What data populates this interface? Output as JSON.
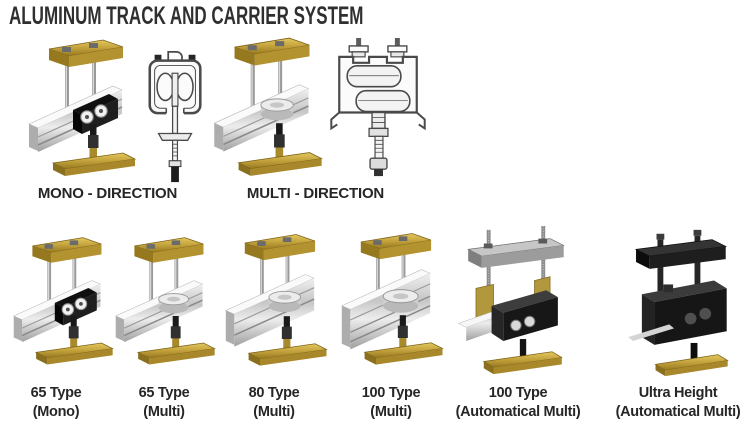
{
  "page": {
    "title": "ALUMINUM TRACK AND CARRIER SYSTEM"
  },
  "groups": [
    {
      "label": "MONO - DIRECTION"
    },
    {
      "label": "MULTI - DIRECTION"
    }
  ],
  "products": [
    {
      "name": "65 Type",
      "variant": "(Mono)"
    },
    {
      "name": "65 Type",
      "variant": "(Multi)"
    },
    {
      "name": "80 Type",
      "variant": "(Multi)"
    },
    {
      "name": "100 Type",
      "variant": "(Multi)"
    },
    {
      "name": "100 Type",
      "variant": "(Automatical Multi)"
    },
    {
      "name": "Ultra Height",
      "variant": "(Automatical Multi)"
    }
  ],
  "illustrations": [
    "mono-direction-3d-view",
    "mono-direction-cross-section",
    "multi-direction-3d-view",
    "multi-direction-cross-section",
    "65-type-mono-3d-view",
    "65-type-multi-3d-view",
    "80-type-multi-3d-view",
    "100-type-multi-3d-view",
    "100-type-automatical-multi-3d-view",
    "ultra-height-automatical-multi-3d-view"
  ],
  "colors": {
    "brass": "#b9983a",
    "aluminum": "#c9c9c9",
    "carrier_black": "#1c1c1c",
    "line_drawing": "#4a4a4a",
    "text": "#2a2a2a",
    "background": "#ffffff"
  }
}
